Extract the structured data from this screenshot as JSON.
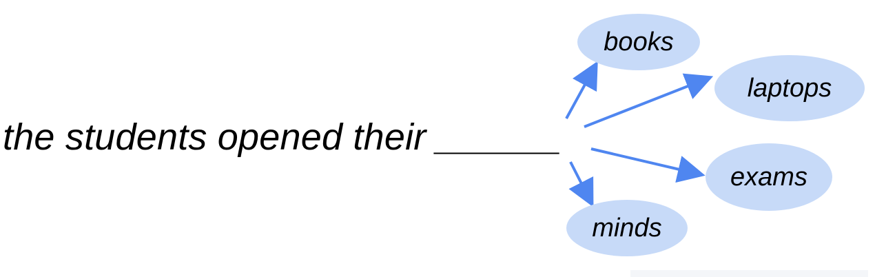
{
  "diagram": {
    "prompt": "the students opened their ______",
    "candidates": [
      {
        "id": "books",
        "label": "books"
      },
      {
        "id": "laptops",
        "label": "laptops"
      },
      {
        "id": "exams",
        "label": "exams"
      },
      {
        "id": "minds",
        "label": "minds"
      }
    ],
    "colors": {
      "bubble_fill": "#c7daf8",
      "arrow": "#4f86f0",
      "text": "#000000",
      "heading_fragment_a": "#b0267a",
      "heading_fragment_b": "#0a2a5c"
    }
  }
}
